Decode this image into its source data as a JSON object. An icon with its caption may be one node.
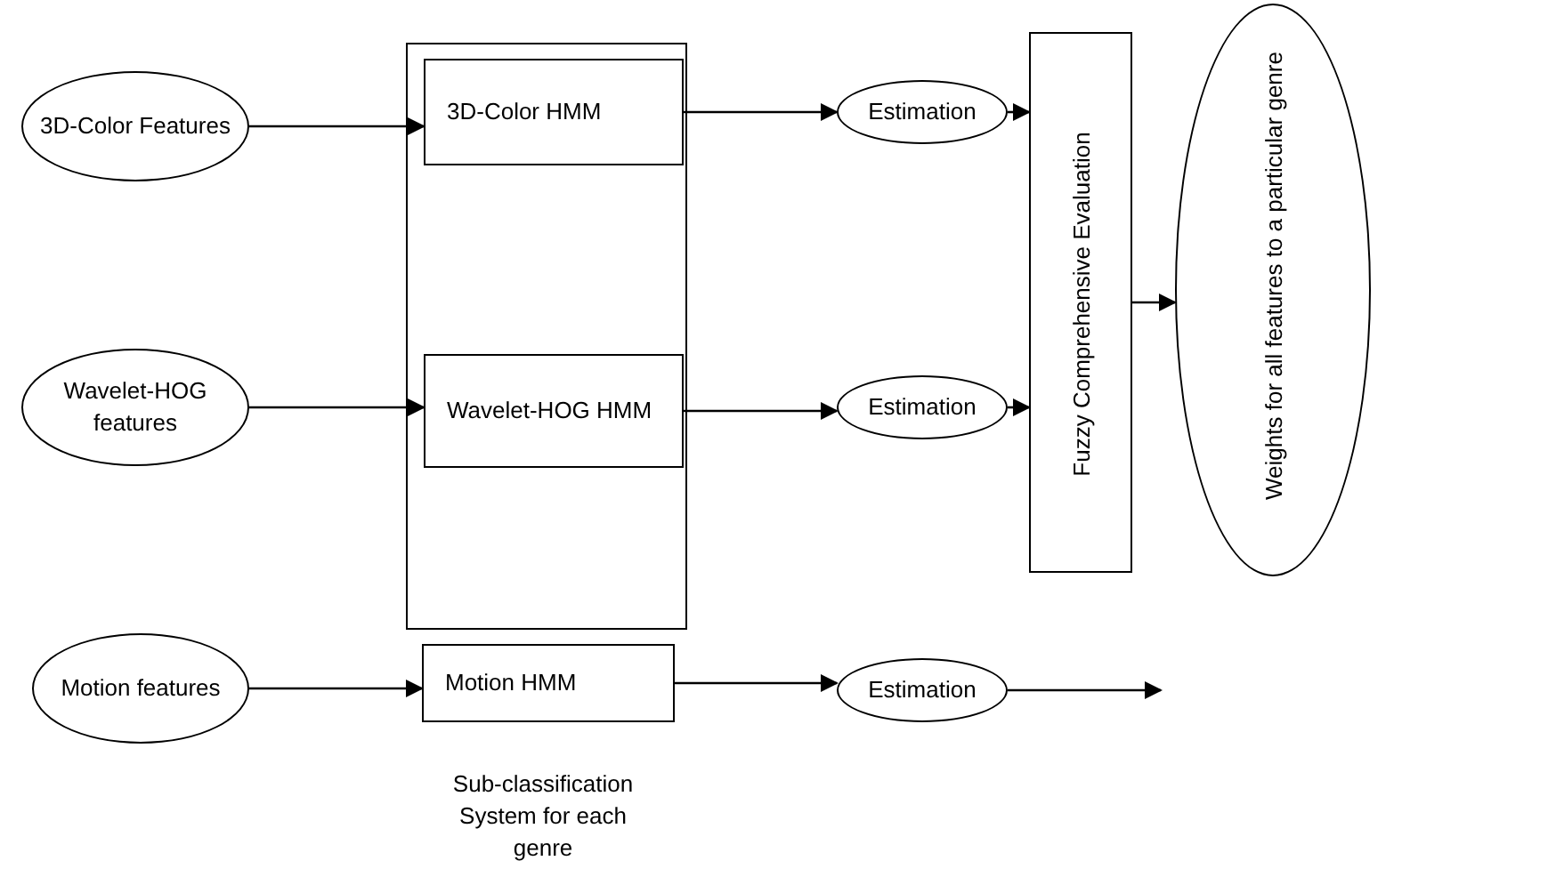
{
  "diagram": {
    "nodes": [
      {
        "text": [
          "3D-Color Features"
        ]
      },
      {
        "text": [],
        "shape": "box"
      },
      {
        "text": [
          "3D-Color HMM"
        ],
        "in": 1
      },
      {
        "text": [
          "Estimation"
        ]
      },
      {
        "text": [
          "Fuzzy Comprehensive Evaluation"
        ]
      },
      {
        "text": [
          "Weights for all features to a particular genre"
        ]
      },
      {
        "text": [
          "Wavelet-HOG features"
        ]
      },
      {
        "text": [
          "Wavelet-HOG HMM"
        ],
        "in": 1
      },
      {
        "text": [
          "Estimation"
        ]
      },
      {
        "text": [
          "Motion features"
        ]
      },
      {
        "text": [
          "Motion HMM"
        ]
      },
      {
        "text": [
          "Estimation"
        ]
      }
    ],
    "edges": [
      {
        "from": 0,
        "to": 2,
        "arrow": "to"
      },
      {
        "from": 2,
        "to": 3,
        "arrow": "to"
      },
      {
        "from": 3,
        "to": 4,
        "arrow": "to"
      },
      {
        "from": 4,
        "to": 5,
        "arrow": "to"
      },
      {
        "from": 6,
        "to": 7,
        "arrow": "to"
      },
      {
        "from": 7,
        "to": 8,
        "arrow": "to"
      },
      {
        "from": 8,
        "to": 4,
        "arrow": "to"
      },
      {
        "from": 9,
        "to": 10,
        "arrow": "to"
      },
      {
        "from": 10,
        "to": 11,
        "arrow": "to"
      },
      {
        "from": 11,
        "to": null,
        "arrow": "to"
      }
    ],
    "labels": [
      "Sub-classification System for each genre"
    ]
  }
}
